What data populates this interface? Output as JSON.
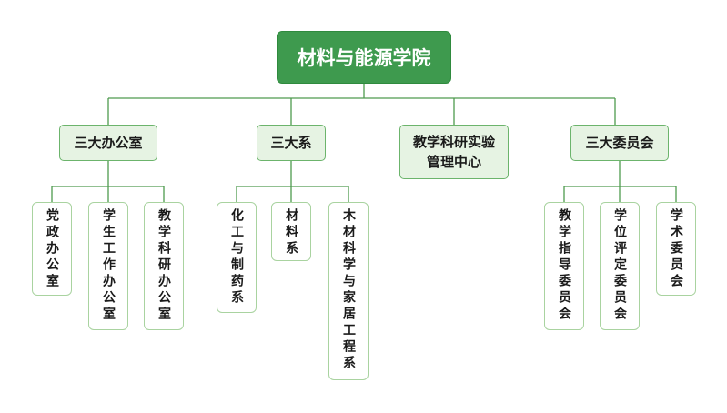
{
  "root": {
    "label": "材料与能源学院"
  },
  "departments": [
    {
      "label": "三大办公室",
      "children": [
        "党政办公室",
        "学生工作办公室",
        "教学科研办公室"
      ]
    },
    {
      "label": "三大系",
      "children": [
        "化工与制药系",
        "材料系",
        "木材科学与家居工程系"
      ]
    },
    {
      "label_lines": [
        "教学科研实验",
        "管理中心"
      ],
      "children": []
    },
    {
      "label": "三大委员会",
      "children": [
        "教学指导委员会",
        "学位评定委员会",
        "学术委员会"
      ]
    }
  ],
  "colors": {
    "root_fill": "#3e9a4e",
    "level1_fill": "#e6f3e3",
    "level1_border": "#6cb46c",
    "leaf_border": "#a9d3a0",
    "connector": "#4f9a4f"
  }
}
